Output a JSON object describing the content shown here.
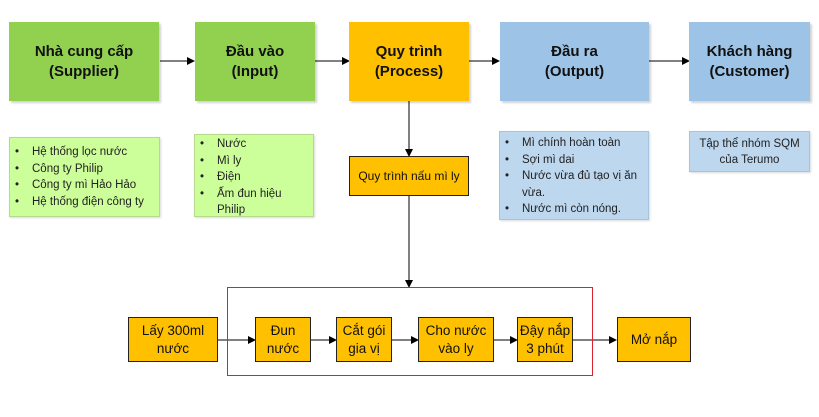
{
  "top_row": [
    {
      "id": "supplier",
      "line1": "Nhà cung cấp",
      "line2": "(Supplier)",
      "color": "#92d050"
    },
    {
      "id": "input",
      "line1": "Đầu vào",
      "line2": "(Input)",
      "color": "#92d050"
    },
    {
      "id": "process",
      "line1": "Quy trình",
      "line2": "(Process)",
      "color": "#ffc000"
    },
    {
      "id": "output",
      "line1": "Đầu ra",
      "line2": "(Output)",
      "color": "#9dc3e6"
    },
    {
      "id": "customer",
      "line1": "Khách hàng",
      "line2": "(Customer)",
      "color": "#9dc3e6"
    }
  ],
  "supplier_list": [
    "Hệ thống lọc nước",
    "Công ty Philip",
    "Công ty mì Hảo Hảo",
    "Hệ thống điện công ty"
  ],
  "input_list": [
    "Nước",
    "Mì ly",
    "Điện",
    "Ấm đun hiệu Philip"
  ],
  "output_list": [
    "Mì chính hoàn toàn",
    "Sợi mì dai",
    "Nước vừa đủ tạo vị ăn vừa.",
    "Nước mì còn nóng."
  ],
  "customer_note": {
    "line1": "Tập thể nhóm SQM",
    "line2": "của Terumo"
  },
  "process_detail": "Quy trình nấu mì ly",
  "steps": [
    {
      "line1": "Lấy 300ml",
      "line2": "nước"
    },
    {
      "line1": "Đun",
      "line2": "nước"
    },
    {
      "line1": "Cắt gói",
      "line2": "gia vị"
    },
    {
      "line1": "Cho nước",
      "line2": "vào ly"
    },
    {
      "line1": "Đậy nắp",
      "line2": "3 phút"
    },
    {
      "line1": "Mở nắp",
      "line2": ""
    }
  ],
  "colors": {
    "frame": "#d9232e",
    "arrow": "#000000"
  }
}
